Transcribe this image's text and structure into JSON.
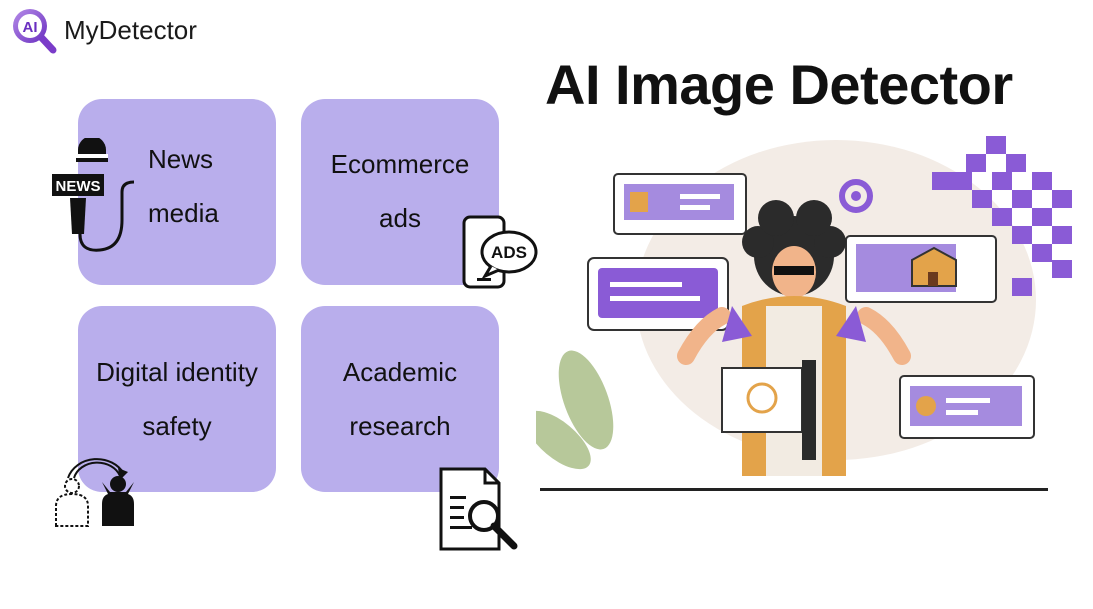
{
  "brand": {
    "logo_text": "MyDetector",
    "logo_mark": "AI"
  },
  "headline": "AI Image Detector",
  "cards": [
    {
      "label_line1": "News",
      "label_line2": "media",
      "icon": "news-microphone-icon"
    },
    {
      "label_line1": "Ecommerce",
      "label_line2": "ads",
      "icon": "ads-phone-icon",
      "badge": "ADS"
    },
    {
      "label_line1": "Digital identity",
      "label_line2": "safety",
      "icon": "identity-swap-icon"
    },
    {
      "label_line1": "Academic",
      "label_line2": "research",
      "icon": "document-search-icon"
    }
  ],
  "icons": {
    "news_badge": "NEWS"
  },
  "colors": {
    "card": "#b9aeec",
    "accent": "#8a5bd6",
    "text": "#111111"
  }
}
